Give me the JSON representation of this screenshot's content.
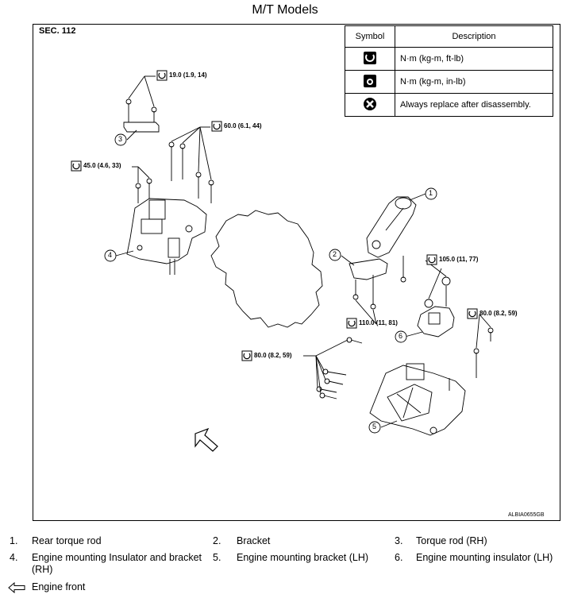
{
  "page_title": "M/T Models",
  "section": "SEC. 112",
  "figure_id": "ALBIA0655GB",
  "symbol_table": {
    "header_symbol": "Symbol",
    "header_description": "Description",
    "rows": [
      {
        "icon": "torque-wrench-icon",
        "description": "N·m (kg-m, ft-lb)"
      },
      {
        "icon": "torque-wrench-filled-icon",
        "description": "N·m (kg-m, in-lb)"
      },
      {
        "icon": "replace-x-icon",
        "description": "Always replace after disassembly."
      }
    ]
  },
  "callouts": [
    "1",
    "2",
    "3",
    "4",
    "5",
    "6"
  ],
  "torques": {
    "t1": "19.0 (1.9, 14)",
    "t2": "60.0 (6.1, 44)",
    "t3": "45.0 (4.6, 33)",
    "t4": "105.0 (11, 77)",
    "t5": "80.0 (8.2, 59)",
    "t6": "110.0 (11, 81)",
    "t7": "80.0 (8.2, 59)"
  },
  "legend": [
    {
      "num": "1.",
      "label": "Rear torque rod"
    },
    {
      "num": "2.",
      "label": "Bracket"
    },
    {
      "num": "3.",
      "label": "Torque rod (RH)"
    },
    {
      "num": "4.",
      "label": "Engine mounting Insulator and bracket (RH)"
    },
    {
      "num": "5.",
      "label": "Engine mounting bracket (LH)"
    },
    {
      "num": "6.",
      "label": "Engine mounting insulator (LH)"
    },
    {
      "icon": "arrow-left-icon",
      "label": "Engine front"
    }
  ]
}
